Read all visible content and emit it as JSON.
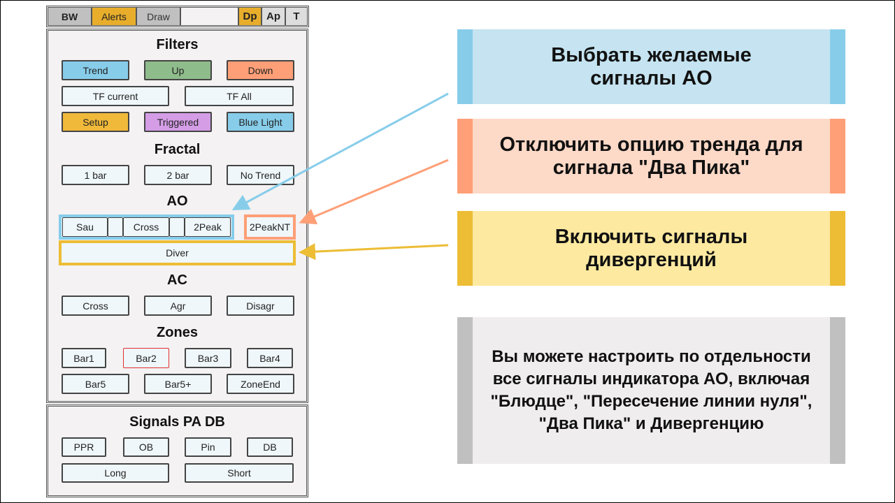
{
  "topbar": {
    "bw": "BW",
    "alerts": "Alerts",
    "draw": "Draw",
    "dp": "Dp",
    "ap": "Ap",
    "t": "T"
  },
  "filters": {
    "title": "Filters",
    "trend": "Trend",
    "up": "Up",
    "down": "Down",
    "tf_current": "TF current",
    "tf_all": "TF All",
    "setup": "Setup",
    "triggered": "Triggered",
    "blue_light": "Blue Light"
  },
  "fractal": {
    "title": "Fractal",
    "b1": "1 bar",
    "b2": "2 bar",
    "no_trend": "No Trend"
  },
  "ao": {
    "title": "AO",
    "sau": "Sau",
    "cross": "Cross",
    "peak": "2Peak",
    "peaknt": "2PeakNT",
    "diver": "Diver"
  },
  "ac": {
    "title": "AC",
    "cross": "Cross",
    "agr": "Agr",
    "disagr": "Disagr"
  },
  "zones": {
    "title": "Zones",
    "bar1": "Bar1",
    "bar2": "Bar2",
    "bar3": "Bar3",
    "bar4": "Bar4",
    "bar5": "Bar5",
    "bar5p": "Bar5+",
    "zoneend": "ZoneEnd"
  },
  "signals": {
    "title": "Signals PA DB",
    "ppr": "PPR",
    "ob": "OB",
    "pin": "Pin",
    "db": "DB",
    "long": "Long",
    "short": "Short"
  },
  "callouts": {
    "c1": "Выбрать желаемые сигналы AO",
    "c2": "Отключить опцию тренда для сигнала \"Два Пика\"",
    "c3": "Включить сигналы дивергенций",
    "c4": "Вы можете настроить по отдельности все сигналы индикатора АО, включая \"Блюдце\", \"Пересечение линии нуля\", \"Два Пика\" и Дивергенцию"
  },
  "colors": {
    "blue": "#87cdea",
    "orange": "#fe9f77",
    "yellow": "#ecbd35",
    "gray": "#c0c0c0"
  }
}
